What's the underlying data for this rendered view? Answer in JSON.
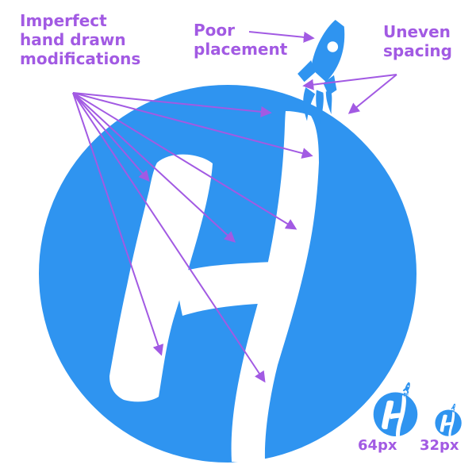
{
  "annotations": {
    "imperfect": "Imperfect\nhand drawn\nmodifications",
    "poor_placement": "Poor\nplacement",
    "uneven_spacing": "Uneven\nspacing"
  },
  "sizes": {
    "large_label": "64px",
    "small_label": "32px"
  },
  "colors": {
    "logo_blue": "#2f94f0",
    "annotation_purple": "#a25ae3",
    "background": "#ffffff"
  },
  "icons": {
    "logo": "h-letter-rocket-logo",
    "rocket": "rocket-icon",
    "arrow": "arrow-icon"
  }
}
